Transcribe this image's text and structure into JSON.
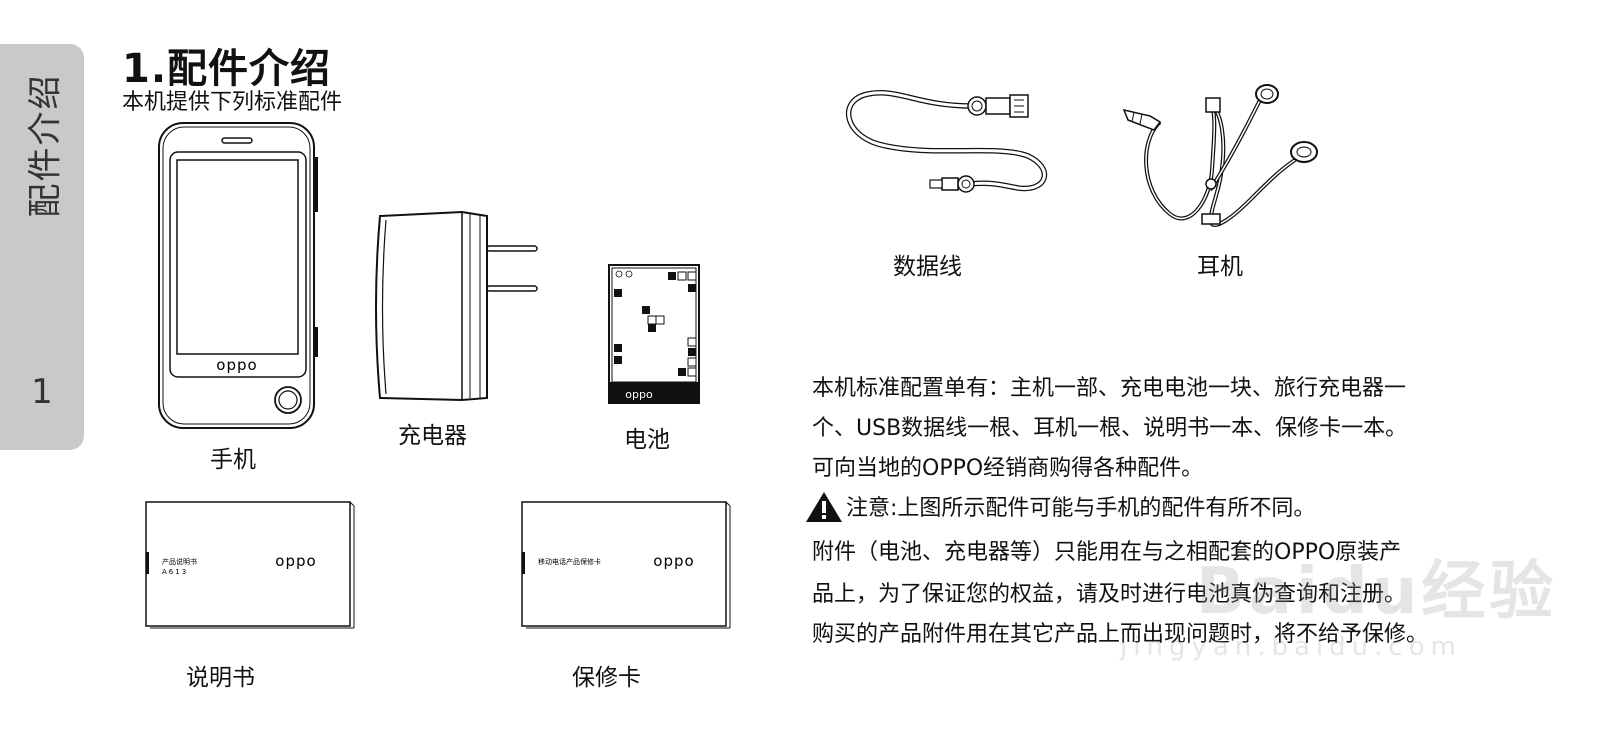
{
  "sidebar": {
    "section_title": "配件介绍",
    "page_number": "1"
  },
  "header": {
    "title": "1.配件介绍",
    "subtitle": "本机提供下列标准配件"
  },
  "items": {
    "phone": {
      "label": "手机",
      "logo": "oppo"
    },
    "charger": {
      "label": "充电器"
    },
    "battery": {
      "label": "电池",
      "logo": "oppo"
    },
    "data_cable": {
      "label": "数据线"
    },
    "earphones": {
      "label": "耳机"
    },
    "manual": {
      "label": "说明书",
      "card_title": "产品说明书",
      "card_model": "A613",
      "logo": "oppo"
    },
    "warranty_card": {
      "label": "保修卡",
      "card_title": "移动电话产品保修卡",
      "logo": "oppo"
    }
  },
  "text": {
    "standard_config": [
      "本机标准配置单有：主机一部、充电电池一块、旅行充电器一",
      "个、USB数据线一根、耳机一根、说明书一本、保修卡一本。",
      "可向当地的OPPO经销商购得各种配件。"
    ],
    "notice": "注意:上图所示配件可能与手机的配件有所不同。",
    "warranty": [
      "附件（电池、充电器等）只能用在与之相配套的OPPO原装产",
      "品上，为了保证您的权益，请及时进行电池真伪查询和注册。",
      "购买的产品附件用在其它产品上而出现问题时，将不给予保修。"
    ]
  },
  "watermark": {
    "main": "Baidu经验",
    "url": "jingyan.baidu.com"
  },
  "icons": {
    "warning": "warning-triangle-icon"
  }
}
